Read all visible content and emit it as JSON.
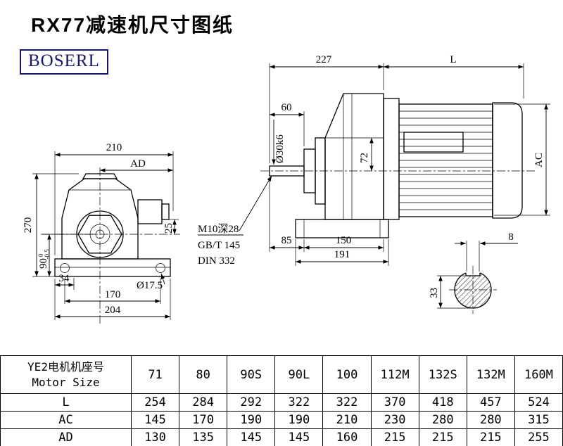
{
  "title": "RX77减速机尺寸图纸",
  "logo": "BOSERL",
  "side_view": {
    "dim_227": "227",
    "dim_L": "L",
    "dim_60": "60",
    "dim_shaft": "Ø30k6",
    "dim_72": "72",
    "dim_AC": "AC",
    "dim_85": "85",
    "dim_150": "150",
    "dim_191": "191",
    "note_tap": "M10深28",
    "note_gb": "GB/T 145",
    "note_din": "DIN 332"
  },
  "front_view": {
    "dim_210": "210",
    "dim_AD": "AD",
    "dim_270": "270",
    "dim_90": "90",
    "dim_90_tol_upper": "0",
    "dim_90_tol_lower": "-0.5",
    "dim_25": "25",
    "dim_34": "34",
    "dim_hole": "Ø17.5",
    "dim_170": "170",
    "dim_204": "204"
  },
  "shaft_section": {
    "dim_8": "8",
    "dim_33": "33"
  },
  "table": {
    "header_cn": "YE2电机机座号",
    "header_en": "Motor Size",
    "sizes": [
      "71",
      "80",
      "90S",
      "90L",
      "100",
      "112M",
      "132S",
      "132M",
      "160M"
    ],
    "rows": [
      {
        "label": "L",
        "values": [
          "254",
          "284",
          "292",
          "322",
          "322",
          "370",
          "418",
          "457",
          "524"
        ]
      },
      {
        "label": "AC",
        "values": [
          "145",
          "170",
          "190",
          "190",
          "210",
          "230",
          "280",
          "280",
          "315"
        ]
      },
      {
        "label": "AD",
        "values": [
          "130",
          "135",
          "145",
          "145",
          "160",
          "215",
          "215",
          "215",
          "255"
        ]
      }
    ]
  },
  "colors": {
    "line": "#000000",
    "logo": "#16166b",
    "background": "#ffffff"
  }
}
